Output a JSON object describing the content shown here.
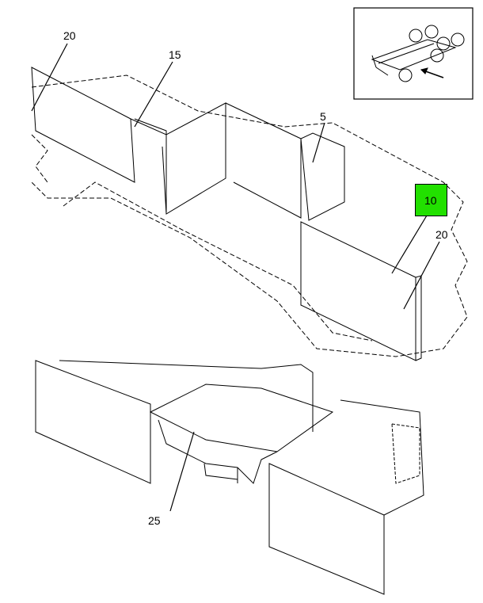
{
  "callouts": [
    {
      "id": "20a",
      "label": "20"
    },
    {
      "id": "15",
      "label": "15"
    },
    {
      "id": "5",
      "label": "5"
    },
    {
      "id": "10",
      "label": "10"
    },
    {
      "id": "20b",
      "label": "20"
    },
    {
      "id": "25",
      "label": "25"
    }
  ],
  "highlight": {
    "callout": "10",
    "color": "#22e000"
  },
  "colors": {
    "line": "#000000",
    "background": "#ffffff"
  }
}
